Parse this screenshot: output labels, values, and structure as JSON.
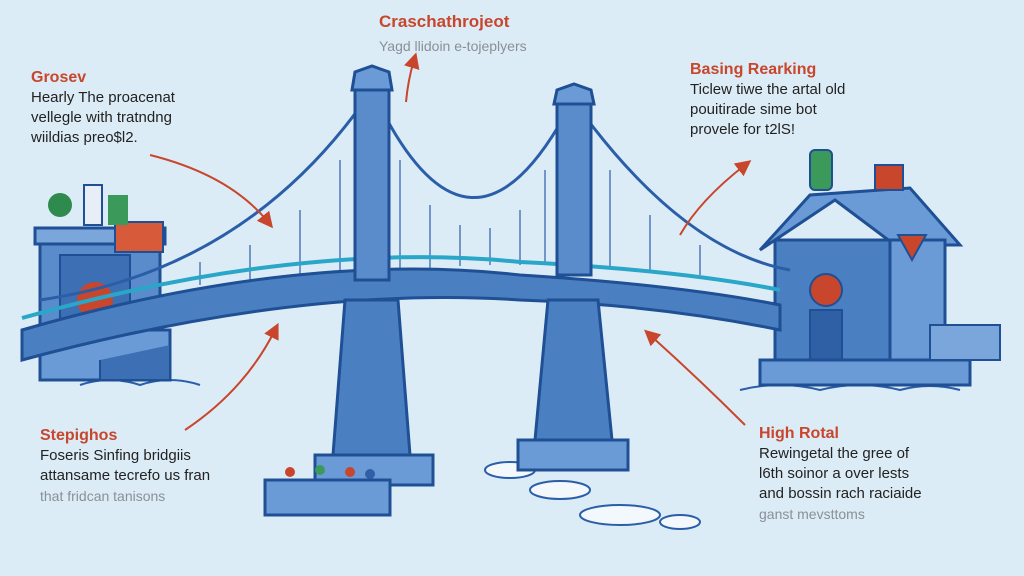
{
  "top_center": {
    "title": "Craschathrojeot",
    "subtitle": "Yagd llidoin e-tojeplyers"
  },
  "top_left": {
    "title": "Grosev",
    "lines": [
      "Hearly The proacenat",
      "vellegle with tratndng",
      "wiildias preo$l2."
    ]
  },
  "top_right": {
    "title": "Basing Rearking",
    "lines": [
      "Ticlew tiwe the artal old",
      "pouitirade sime bot",
      "provele for t2lS!"
    ]
  },
  "bottom_left": {
    "title": "Stepighos",
    "lines": [
      "Foseris Sinfing bridgiis",
      "attansame tecrefo us fran"
    ],
    "faint": "that fridcan tanisons"
  },
  "bottom_right": {
    "title": "High Rotal",
    "lines": [
      "Rewingetal the gree of",
      "l6th soinor a over lests",
      "and bossin rach raciaide"
    ],
    "faint": "ganst mevsttoms"
  },
  "colors": {
    "background": "#dcecf6",
    "bridge": "#4a7fc1",
    "outline": "#1f4f94",
    "accent": "#c8462c"
  }
}
